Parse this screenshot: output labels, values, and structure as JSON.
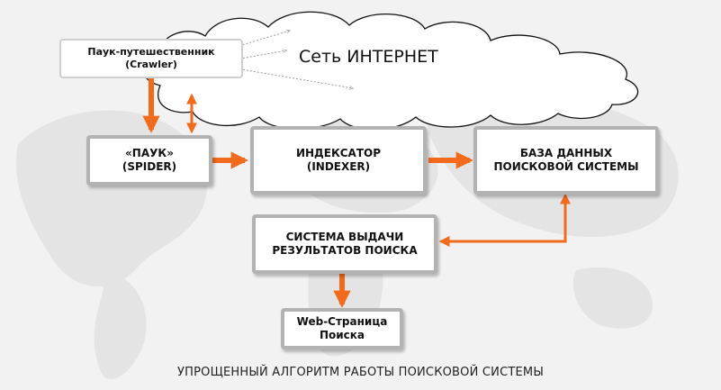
{
  "cloud": {
    "label": "Сеть ИНТЕРНЕТ"
  },
  "nodes": {
    "crawler": "Паук-путешественник\n(Crawler)",
    "spider": "«ПАУК»\n(SPIDER)",
    "indexer": "ИНДЕКСАТОР\n(INDEXER)",
    "database": "БАЗА ДАННЫХ\nПОИСКОВОЙ СИСТЕМЫ",
    "results": "СИСТЕМА ВЫДАЧИ\nРЕЗУЛЬТАТОВ ПОИСКА",
    "webpage": "Web-Страница\nПоиска"
  },
  "caption": "УПРОЩЕННЫЙ АЛГОРИТМ РАБОТЫ ПОИСКОВОЙ СИСТЕМЫ",
  "colors": {
    "arrow": "#f26a1b",
    "box_border": "#b3b3b3",
    "map": "#e4e4e4"
  },
  "edges": [
    {
      "from": "crawler",
      "to": "spider",
      "kind": "single"
    },
    {
      "from": "spider",
      "to": "cloud",
      "kind": "double"
    },
    {
      "from": "spider",
      "to": "indexer",
      "kind": "single"
    },
    {
      "from": "indexer",
      "to": "database",
      "kind": "single"
    },
    {
      "from": "database",
      "to": "results",
      "kind": "double"
    },
    {
      "from": "results",
      "to": "webpage",
      "kind": "single"
    },
    {
      "from": "crawler",
      "to": "cloud",
      "kind": "dotted"
    }
  ]
}
